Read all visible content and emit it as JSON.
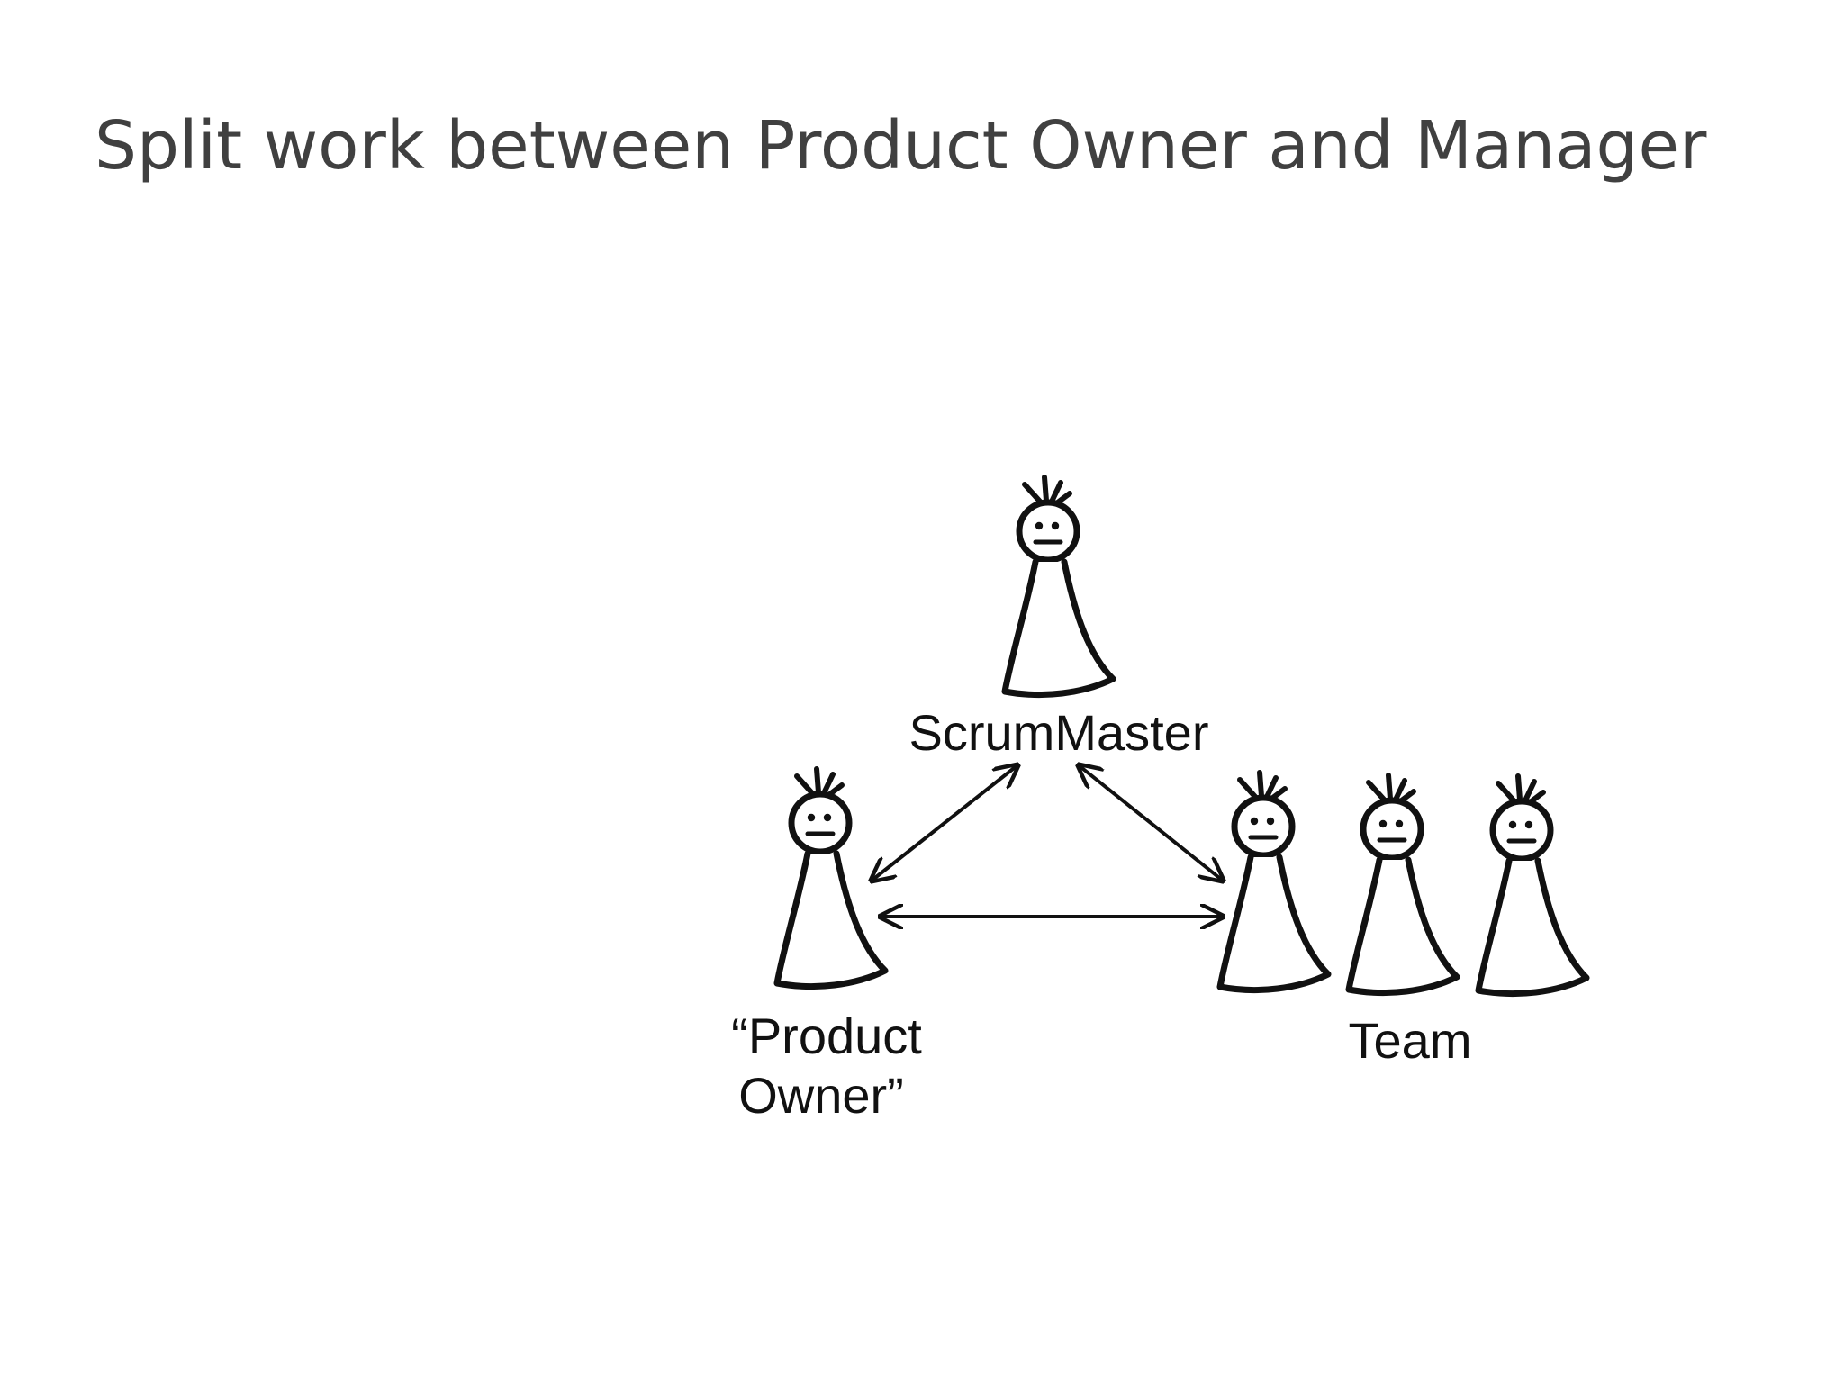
{
  "slide": {
    "title": "Split work between Product Owner and Manager"
  },
  "diagram": {
    "labels": {
      "scrum_master": "ScrumMaster",
      "product_owner_line1": "“Product",
      "product_owner_line2": "Owner”",
      "team": "Team"
    },
    "relations": [
      {
        "from": "ScrumMaster",
        "to": "“Product Owner”",
        "direction": "both"
      },
      {
        "from": "ScrumMaster",
        "to": "Team",
        "direction": "both"
      },
      {
        "from": "“Product Owner”",
        "to": "Team",
        "direction": "both"
      }
    ],
    "colors": {
      "ink": "#111111",
      "title": "#404040",
      "background": "#ffffff"
    }
  }
}
